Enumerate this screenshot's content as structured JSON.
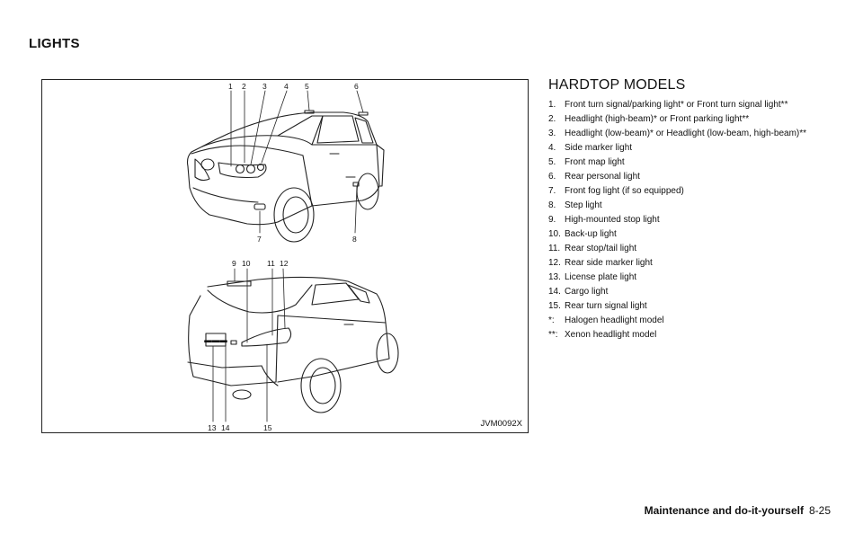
{
  "heading": "LIGHTS",
  "figure": {
    "code": "JVM0092X",
    "front_callouts": [
      "1",
      "2",
      "3",
      "4",
      "5",
      "6",
      "7",
      "8"
    ],
    "rear_callouts": [
      "9",
      "10",
      "11",
      "12",
      "13",
      "14",
      "15"
    ]
  },
  "section_title": "HARDTOP MODELS",
  "items": [
    {
      "num": "1.",
      "text": "Front turn signal/parking light* or Front turn signal light**"
    },
    {
      "num": "2.",
      "text": "Headlight (high-beam)* or Front parking light**"
    },
    {
      "num": "3.",
      "text": "Headlight (low-beam)* or Headlight (low-beam, high-beam)**"
    },
    {
      "num": "4.",
      "text": "Side marker light"
    },
    {
      "num": "5.",
      "text": "Front map light"
    },
    {
      "num": "6.",
      "text": "Rear personal light"
    },
    {
      "num": "7.",
      "text": "Front fog light (if so equipped)"
    },
    {
      "num": "8.",
      "text": "Step light"
    },
    {
      "num": "9.",
      "text": "High-mounted stop light"
    },
    {
      "num": "10.",
      "text": "Back-up light"
    },
    {
      "num": "11.",
      "text": "Rear stop/tail light"
    },
    {
      "num": "12.",
      "text": "Rear side marker light"
    },
    {
      "num": "13.",
      "text": "License plate light"
    },
    {
      "num": "14.",
      "text": "Cargo light"
    },
    {
      "num": "15.",
      "text": "Rear turn signal light"
    },
    {
      "num": "*:",
      "text": "Halogen headlight model"
    },
    {
      "num": "**:",
      "text": "Xenon headlight model"
    }
  ],
  "footer": {
    "section": "Maintenance and do-it-yourself",
    "page": "8-25"
  }
}
